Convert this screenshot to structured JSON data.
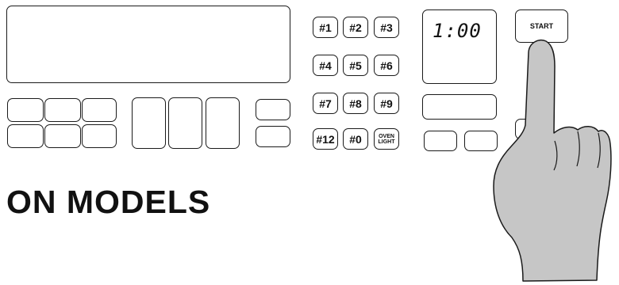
{
  "keypad": {
    "keys": [
      [
        "#1",
        "#2",
        "#3"
      ],
      [
        "#4",
        "#5",
        "#6"
      ],
      [
        "#7",
        "#8",
        "#9"
      ],
      [
        "#12",
        "#0"
      ]
    ],
    "oven_light": [
      "OVEN",
      "LIGHT"
    ]
  },
  "display": {
    "time": "1:00"
  },
  "start_button": {
    "label": "START"
  },
  "heading": "ON MODELS",
  "icons": {
    "pointer": "pointing-finger-icon"
  }
}
